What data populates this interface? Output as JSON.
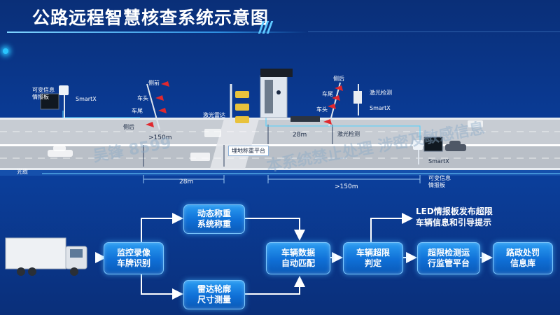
{
  "header": {
    "title": "公路远程智慧核查系统示意图"
  },
  "road": {
    "vms_sign_label": "可变信息\n情报板",
    "vms_sign_label_2": "可变信息\n情报板",
    "smartx_1": "SmartX",
    "smartx_2": "SmartX",
    "smartx_3": "SmartX",
    "side_front_1": "侧前",
    "car_head_1": "车头",
    "car_tail_1": "车尾",
    "side_rear_1": "侧后",
    "side_rear_2": "侧后",
    "car_tail_2": "车尾",
    "car_head_2": "车头",
    "laser_detect_top": "激光检测",
    "laser_detect_bottom": "激光检测",
    "laser_radar": "激光雷达",
    "buried_platform": "埋地称重平台",
    "dist_150_top": ">150m",
    "dist_28_top": "28m",
    "dist_28_bottom": "28m",
    "dist_150_bottom": ">150m",
    "fiber_cable": "光缆",
    "watermark_1": "吴锋 8599",
    "watermark_2": "本系统禁止处理 涉密及敏感信息"
  },
  "flow": {
    "monitor": "监控录像\n车牌识别",
    "dynamic_weigh": "动态称重\n系统称重",
    "radar_profile": "雷达轮廓\n尺寸测量",
    "auto_match": "车辆数据\n自动匹配",
    "overlimit_judge": "车辆超限\n判定",
    "led_release": "LED情报板发布超限\n车辆信息和引导提示",
    "platform": "超限检测运\n行监管平台",
    "law_db": "路政处罚\n信息库"
  }
}
